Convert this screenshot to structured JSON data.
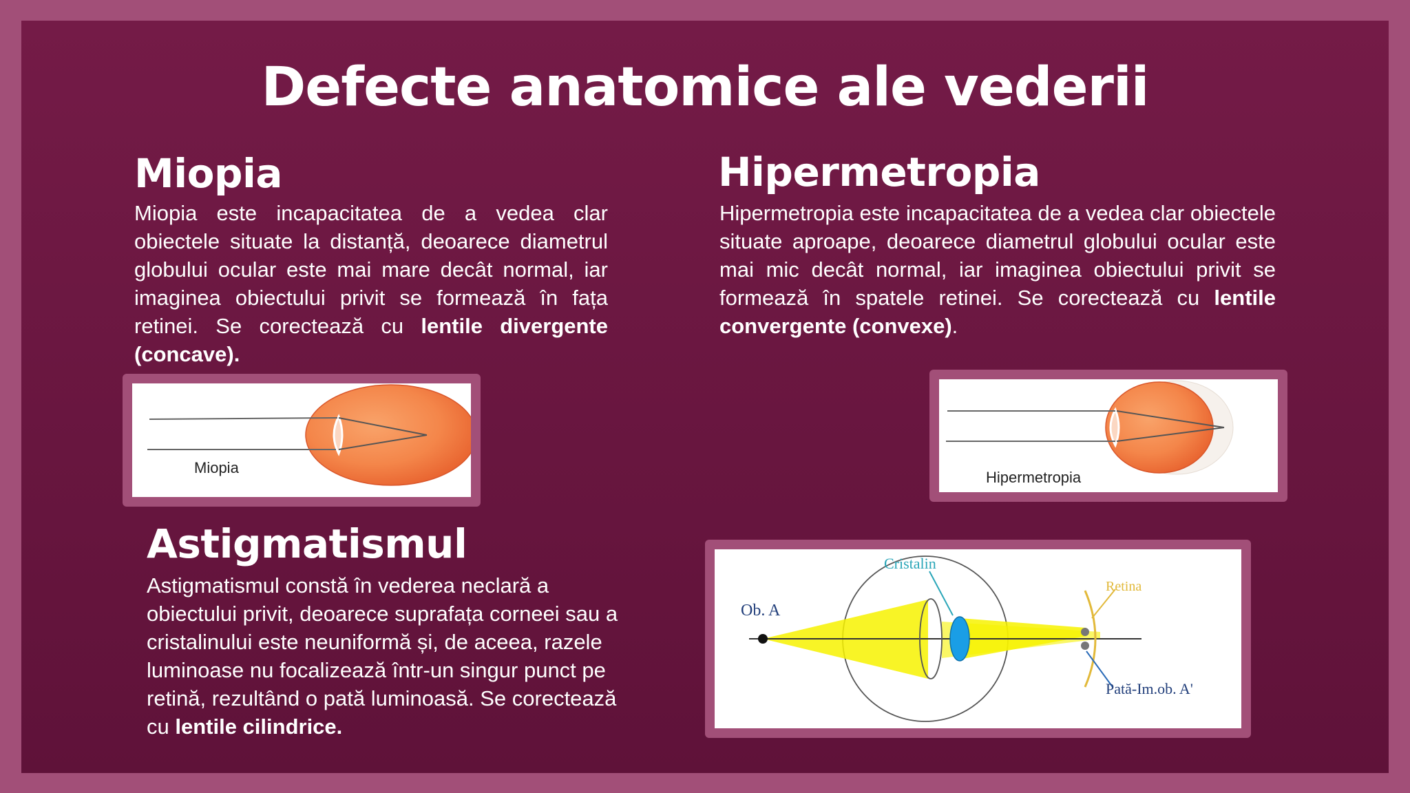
{
  "title": "Defecte anatomice ale vederii",
  "miopia": {
    "heading": "Miopia",
    "text": "Miopia este incapacitatea de a vedea clar obiectele situate la distanță, deoarece diametrul globului ocular este mai mare decât normal, iar imaginea obiectului privit se formează în fața retinei. Se corectează cu ",
    "bold": "lentile divergente (concave).",
    "image_label": "Miopia"
  },
  "hipermetropia": {
    "heading": "Hipermetropia",
    "text": "Hipermetropia este incapacitatea de a vedea clar obiectele situate aproape, deoarece diametrul globului ocular este mai mic decât normal, iar imaginea obiectului privit se formează în spatele retinei. Se corectează cu ",
    "bold": "lentile convergente (convexe)",
    "tail": ".",
    "image_label": "Hipermetropia"
  },
  "astigmatismul": {
    "heading": "Astigmatismul",
    "text": "Astigmatismul constă în vederea neclară a obiectului privit, deoarece suprafața corneei sau a cristalinului este neuniformă și, de aceea, razele luminoase nu focalizează într-un singur punct pe retină, rezultând o pată luminoasă. Se corectează cu ",
    "bold": "lentile cilindrice.",
    "diagram": {
      "label_cristalin": "Cristalin",
      "label_retina": "Retina",
      "label_object": "Ob. A",
      "label_image": "Pată-Im.ob. A'"
    }
  },
  "colors": {
    "background": "#741b47",
    "frame": "#a24f78",
    "eye": "#f4864a",
    "ray_yellow": "#f7f200",
    "lens_blue": "#1a9ee6",
    "label_teal": "#2aa6b8",
    "label_gold": "#e2b93a",
    "label_navy": "#213e7a"
  }
}
